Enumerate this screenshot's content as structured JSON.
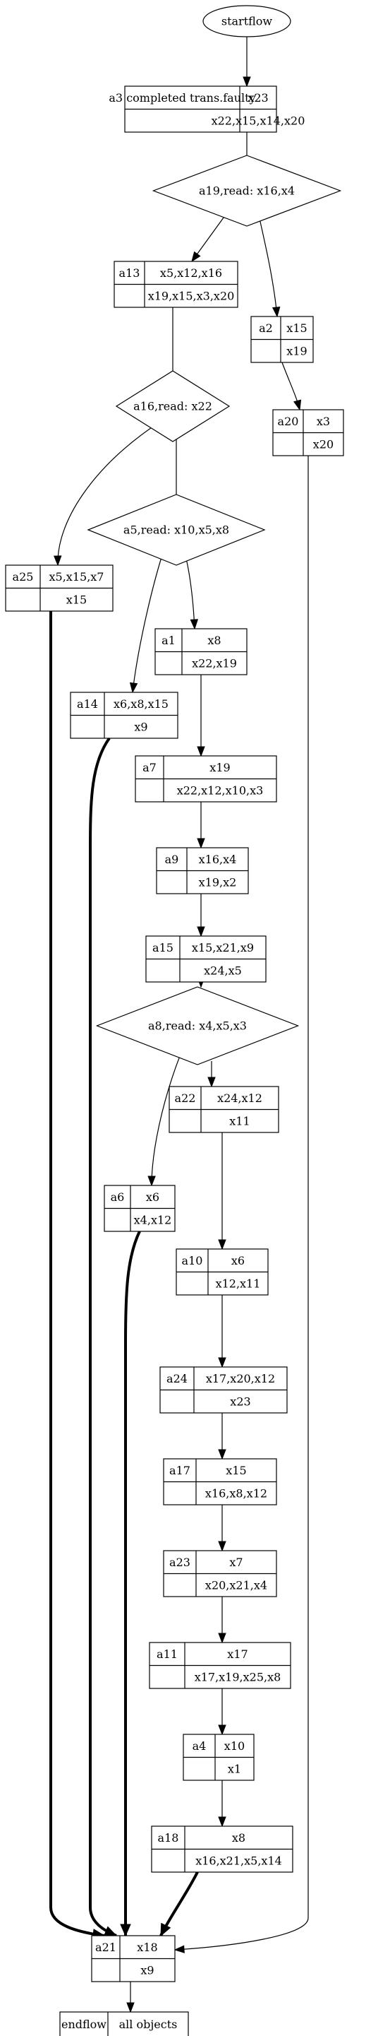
{
  "diagram": {
    "ovals": [
      {
        "id": "startflow",
        "label": "startflow"
      }
    ],
    "diamonds": [
      {
        "id": "d_a19",
        "label": "a19,read: x16,x4"
      },
      {
        "id": "d_a16",
        "label": "a16,read: x22"
      },
      {
        "id": "d_a5",
        "label": "a5,read: x10,x5,x8"
      },
      {
        "id": "d_a8",
        "label": "a8,read: x4,x5,x3"
      }
    ],
    "boxes": [
      {
        "id": "a3",
        "name": "a3 completed trans.faulty",
        "top": "x23",
        "bottom": "x22,x15,x14,x20"
      },
      {
        "id": "a13",
        "name": "a13",
        "top": "x5,x12,x16",
        "bottom": "x19,x15,x3,x20"
      },
      {
        "id": "a2",
        "name": "a2",
        "top": "x15",
        "bottom": "x19"
      },
      {
        "id": "a20",
        "name": "a20",
        "top": "x3",
        "bottom": "x20"
      },
      {
        "id": "a25",
        "name": "a25",
        "top": "x5,x15,x7",
        "bottom": "x15"
      },
      {
        "id": "a1",
        "name": "a1",
        "top": "x8",
        "bottom": "x22,x19"
      },
      {
        "id": "a14",
        "name": "a14",
        "top": "x6,x8,x15",
        "bottom": "x9"
      },
      {
        "id": "a7",
        "name": "a7",
        "top": "x19",
        "bottom": "x22,x12,x10,x3"
      },
      {
        "id": "a9",
        "name": "a9",
        "top": "x16,x4",
        "bottom": "x19,x2"
      },
      {
        "id": "a15",
        "name": "a15",
        "top": "x15,x21,x9",
        "bottom": "x24,x5"
      },
      {
        "id": "a22",
        "name": "a22",
        "top": "x24,x12",
        "bottom": "x11"
      },
      {
        "id": "a6",
        "name": "a6",
        "top": "x6",
        "bottom": "x4,x12"
      },
      {
        "id": "a10",
        "name": "a10",
        "top": "x6",
        "bottom": "x12,x11"
      },
      {
        "id": "a24",
        "name": "a24",
        "top": "x17,x20,x12",
        "bottom": "x23"
      },
      {
        "id": "a17",
        "name": "a17",
        "top": "x15",
        "bottom": "x16,x8,x12"
      },
      {
        "id": "a23",
        "name": "a23",
        "top": "x7",
        "bottom": "x20,x21,x4"
      },
      {
        "id": "a11",
        "name": "a11",
        "top": "x17",
        "bottom": "x17,x19,x25,x8"
      },
      {
        "id": "a4",
        "name": "a4",
        "top": "x10",
        "bottom": "x1"
      },
      {
        "id": "a18",
        "name": "a18",
        "top": "x8",
        "bottom": "x16,x21,x5,x14"
      },
      {
        "id": "a21",
        "name": "a21",
        "top": "x18",
        "bottom": "x9"
      },
      {
        "id": "endflow",
        "name": "endflow",
        "top": "all objects",
        "bottom": ""
      }
    ],
    "edges": [
      {
        "from": "startflow",
        "to": "a3",
        "bold": false
      },
      {
        "from": "a3",
        "to": "d_a19",
        "bold": false
      },
      {
        "from": "d_a19",
        "to": "a13",
        "bold": false
      },
      {
        "from": "d_a19",
        "to": "a2",
        "bold": false
      },
      {
        "from": "a2",
        "to": "a20",
        "bold": false
      },
      {
        "from": "a13",
        "to": "d_a16",
        "bold": false
      },
      {
        "from": "d_a16",
        "to": "a25",
        "bold": false
      },
      {
        "from": "d_a16",
        "to": "d_a5",
        "bold": false
      },
      {
        "from": "d_a5",
        "to": "a14",
        "bold": false
      },
      {
        "from": "d_a5",
        "to": "a1",
        "bold": false
      },
      {
        "from": "a1",
        "to": "a7",
        "bold": false
      },
      {
        "from": "a7",
        "to": "a9",
        "bold": false
      },
      {
        "from": "a9",
        "to": "a15",
        "bold": false
      },
      {
        "from": "a15",
        "to": "d_a8",
        "bold": false
      },
      {
        "from": "d_a8",
        "to": "a6",
        "bold": false
      },
      {
        "from": "d_a8",
        "to": "a22",
        "bold": false
      },
      {
        "from": "a22",
        "to": "a10",
        "bold": false
      },
      {
        "from": "a10",
        "to": "a24",
        "bold": false
      },
      {
        "from": "a24",
        "to": "a17",
        "bold": false
      },
      {
        "from": "a17",
        "to": "a23",
        "bold": false
      },
      {
        "from": "a23",
        "to": "a11",
        "bold": false
      },
      {
        "from": "a11",
        "to": "a4",
        "bold": false
      },
      {
        "from": "a4",
        "to": "a18",
        "bold": false
      },
      {
        "from": "a18",
        "to": "a21",
        "bold": true
      },
      {
        "from": "a25",
        "to": "a21",
        "bold": true
      },
      {
        "from": "a14",
        "to": "a21",
        "bold": true
      },
      {
        "from": "a6",
        "to": "a21",
        "bold": true
      },
      {
        "from": "a20",
        "to": "a21",
        "bold": false
      },
      {
        "from": "a21",
        "to": "endflow",
        "bold": false
      }
    ]
  }
}
